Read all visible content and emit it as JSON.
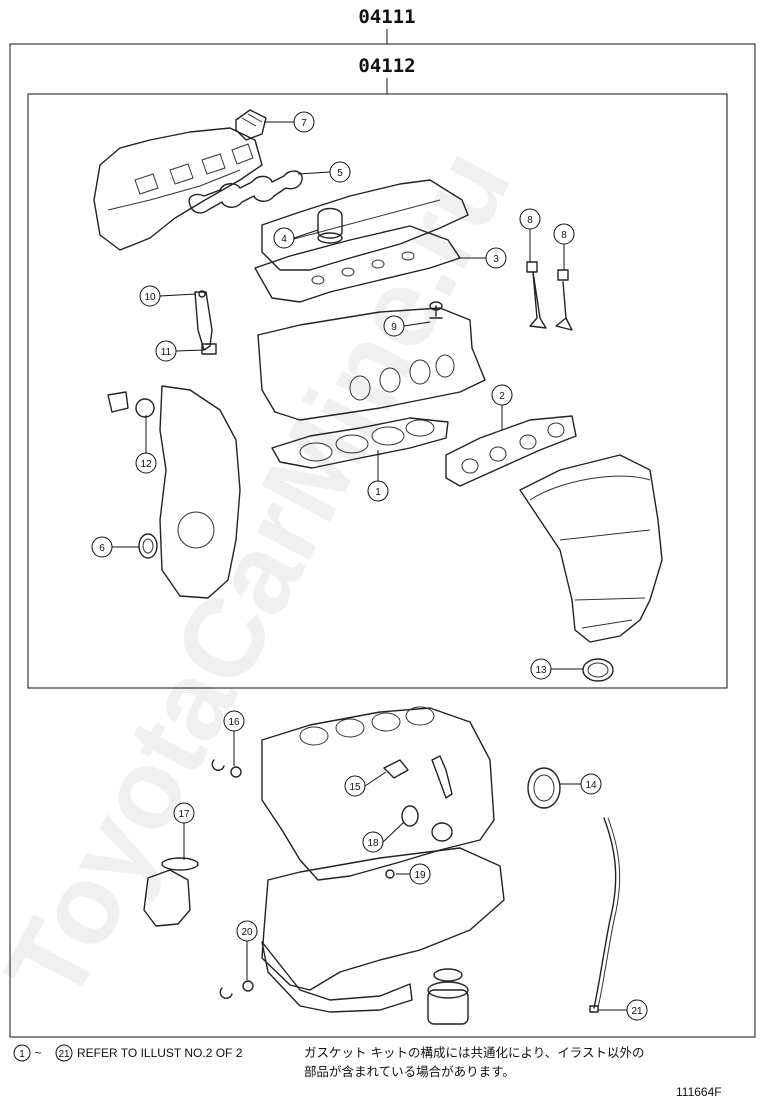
{
  "header": {
    "kit_code": "04111",
    "sub_kit_code": "04112"
  },
  "callouts": [
    "1",
    "2",
    "3",
    "4",
    "5",
    "6",
    "7",
    "8",
    "8",
    "9",
    "10",
    "11",
    "12",
    "13",
    "14",
    "15",
    "16",
    "17",
    "18",
    "19",
    "20",
    "21"
  ],
  "footer": {
    "range_start": "1",
    "range_tilde": "~",
    "range_end": "21",
    "refer_text": "REFER TO ILLUST NO.2 OF 2",
    "jp_line1": "ガスケット キットの構成には共通化により、イラスト以外の",
    "jp_line2": "部品が含まれている場合があります。",
    "illust_id": "111664F"
  },
  "watermark": "ToyotaCarMine.ru"
}
